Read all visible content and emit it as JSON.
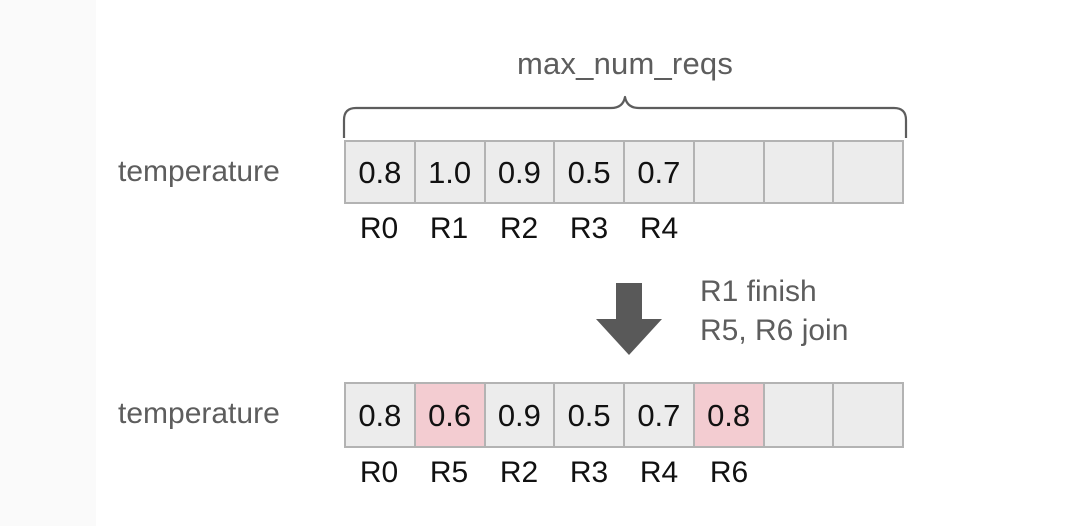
{
  "figure": {
    "title": "max_num_reqs",
    "background_color": "#fafafa",
    "card_color": "#ffffff",
    "cell_fill_color": "#ececec",
    "cell_border_color": "#b3b3b3",
    "highlight_color": "#f3ccd1",
    "label_color": "#5d5d5d",
    "value_color": "#111111",
    "arrow_color": "#595959"
  },
  "brace": {
    "name": "max-num-reqs-brace",
    "label": "max_num_reqs",
    "spans_cells": 8
  },
  "arrow": {
    "name": "down-arrow-icon",
    "direction": "down"
  },
  "annotation": {
    "line1": "R1 finish",
    "line2": "R5, R6 join"
  },
  "rows": [
    {
      "name": "temperature-row-before",
      "label": "temperature",
      "num_cells": 8,
      "cells": [
        {
          "value": "0.8",
          "request_id": "R0",
          "highlight": false,
          "empty": false
        },
        {
          "value": "1.0",
          "request_id": "R1",
          "highlight": false,
          "empty": false
        },
        {
          "value": "0.9",
          "request_id": "R2",
          "highlight": false,
          "empty": false
        },
        {
          "value": "0.5",
          "request_id": "R3",
          "highlight": false,
          "empty": false
        },
        {
          "value": "0.7",
          "request_id": "R4",
          "highlight": false,
          "empty": false
        },
        {
          "value": "",
          "request_id": "",
          "highlight": false,
          "empty": true
        },
        {
          "value": "",
          "request_id": "",
          "highlight": false,
          "empty": true
        },
        {
          "value": "",
          "request_id": "",
          "highlight": false,
          "empty": true
        }
      ]
    },
    {
      "name": "temperature-row-after",
      "label": "temperature",
      "num_cells": 8,
      "cells": [
        {
          "value": "0.8",
          "request_id": "R0",
          "highlight": false,
          "empty": false
        },
        {
          "value": "0.6",
          "request_id": "R5",
          "highlight": true,
          "empty": false
        },
        {
          "value": "0.9",
          "request_id": "R2",
          "highlight": false,
          "empty": false
        },
        {
          "value": "0.5",
          "request_id": "R3",
          "highlight": false,
          "empty": false
        },
        {
          "value": "0.7",
          "request_id": "R4",
          "highlight": false,
          "empty": false
        },
        {
          "value": "0.8",
          "request_id": "R6",
          "highlight": true,
          "empty": false
        },
        {
          "value": "",
          "request_id": "",
          "highlight": false,
          "empty": true
        },
        {
          "value": "",
          "request_id": "",
          "highlight": false,
          "empty": true
        }
      ]
    }
  ]
}
